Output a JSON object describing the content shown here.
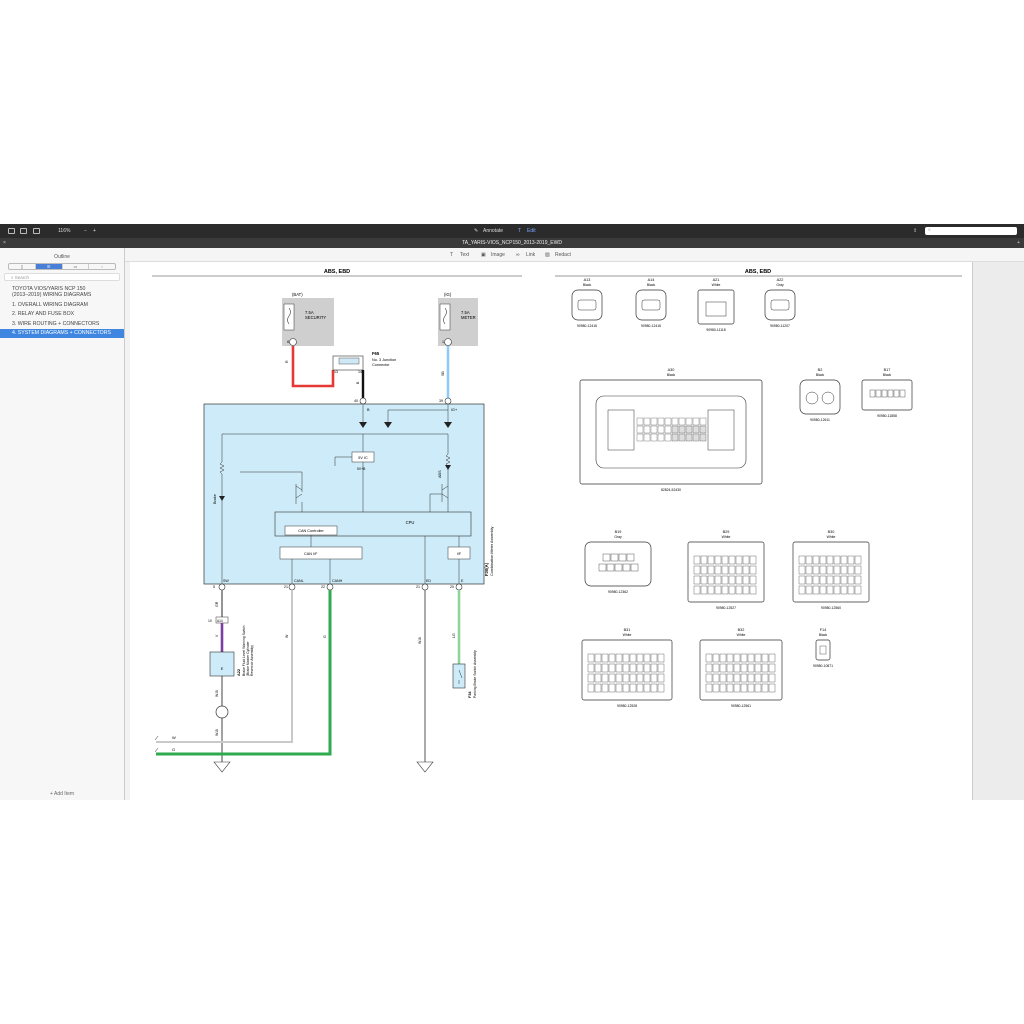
{
  "toolbar": {
    "zoom": "116%",
    "annotate": "Annotate",
    "edit": "Edit"
  },
  "window": {
    "title": "TA_YARIS-VIOS_NCP150_2013-2019_EWD"
  },
  "sidebar": {
    "header": "Outline",
    "search_placeholder": "Search",
    "items": [
      "TOYOTA VIOS/YARIS NCP 150",
      "(2013–2019) WIRING DIAGRAMS",
      "1. OVERALL WIRING DIAGRAM",
      "2. RELAY AND FUSE BOX",
      "3. WIRE ROUTING + CONNECTORS",
      "4. SYSTEM DIAGRAMS + CONNECTORS"
    ],
    "add_item": "Add Item"
  },
  "tools": {
    "text": "Text",
    "image": "Image",
    "link": "Link",
    "redact": "Redact"
  },
  "diagram": {
    "left_title": "ABS, EBD",
    "right_title": "ABS, EBD",
    "fuse1": {
      "name": "(BAT)",
      "rating": "7.5A",
      "label": "SECURITY",
      "pin": "8",
      "wire": "R"
    },
    "fuse2": {
      "name": "(IG)",
      "rating": "7.5A",
      "label": "METER",
      "pin": "1",
      "wire": "SB"
    },
    "junction": {
      "code": "F65",
      "name": "No. 3 Junction",
      "name2": "Connector",
      "pin_a": "13",
      "pin_b": "14",
      "wire": "B"
    },
    "meter": {
      "code": "F30(A)",
      "name": "Combination Meter Assembly",
      "pin_top1": "40",
      "pin_top2": "39",
      "lbl_b": "B",
      "lbl_ig": "IG+",
      "sv_ic": "5V IC",
      "svb": "5V+B",
      "cpu": "CPU",
      "can_ctrl": "CAN Controller",
      "can_if": "CAN I/F",
      "if": "I/F",
      "brake": "Brake",
      "abs": "ABS",
      "pins": [
        "5",
        "21",
        "22",
        "21",
        "20"
      ],
      "pin_labels": [
        "SW",
        "CANL",
        "CANH",
        "ED",
        "E"
      ]
    },
    "wires": {
      "gr": "GR",
      "v": "V",
      "w": "W",
      "g": "G",
      "wb": "W-B",
      "lg": "LG"
    },
    "level_sw": {
      "code": "A22",
      "name": "Brake Fluid Level Warning Switch",
      "name2": "(Brake Master Cylinder",
      "name3": "Reservoir Assembly)",
      "pin_a": "10",
      "pin_b": "A14",
      "pin_e": "E"
    },
    "parking_sw": {
      "code": "F34",
      "name": "Parking Brake Switch Assembly"
    },
    "bus_w": "W",
    "bus_g": "G"
  },
  "connectors": [
    {
      "code": "A13",
      "color": "Black",
      "part": "90980-12416"
    },
    {
      "code": "A14",
      "color": "Black",
      "part": "90980-12416"
    },
    {
      "code": "A21",
      "color": "White",
      "part": "90980-11118"
    },
    {
      "code": "A22",
      "color": "Gray",
      "part": "90980-11207"
    },
    {
      "code": "A30",
      "color": "Black",
      "part": "82824-52430"
    },
    {
      "code": "B2",
      "color": "Black",
      "part": "90980-12611"
    },
    {
      "code": "B17",
      "color": "Black",
      "part": "90980-11858"
    },
    {
      "code": "B19",
      "color": "Gray",
      "part": "90980-12362"
    },
    {
      "code": "B29",
      "color": "White",
      "part": "90980-12527"
    },
    {
      "code": "B30",
      "color": "White",
      "part": "90980-12560"
    },
    {
      "code": "B31",
      "color": "White",
      "part": "90980-12528"
    },
    {
      "code": "B32",
      "color": "White",
      "part": "90980-12561"
    },
    {
      "code": "F14",
      "color": "Black",
      "part": "90980-10871"
    }
  ],
  "colors": {
    "red": "#e53935",
    "blue": "#90caf9",
    "green": "#2eaa4f",
    "lightgreen": "#8fd49a",
    "purple": "#7b3fa0",
    "meter_fill": "#cdebf8",
    "gray": "#cfcfcf"
  }
}
